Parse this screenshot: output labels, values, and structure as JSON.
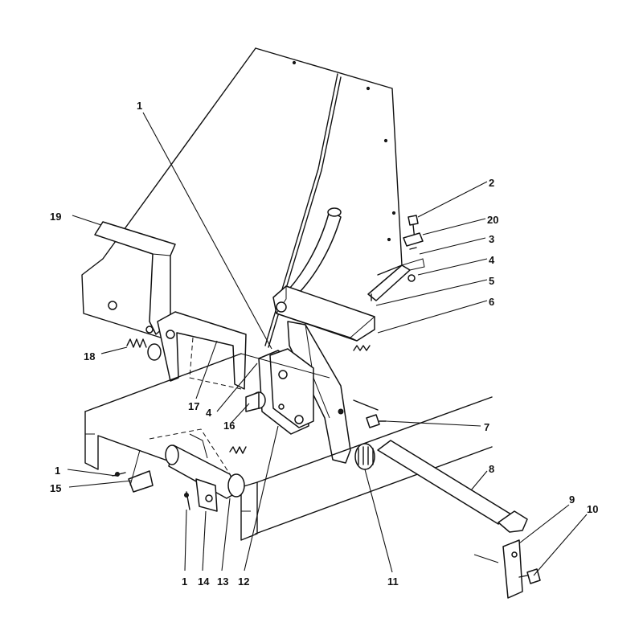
{
  "callouts": [
    {
      "id": "c1a",
      "text": "1"
    },
    {
      "id": "c2",
      "text": "2"
    },
    {
      "id": "c20",
      "text": "20"
    },
    {
      "id": "c3",
      "text": "3"
    },
    {
      "id": "c4a",
      "text": "4"
    },
    {
      "id": "c5",
      "text": "5"
    },
    {
      "id": "c6",
      "text": "6"
    },
    {
      "id": "c19",
      "text": "19"
    },
    {
      "id": "c18",
      "text": "18"
    },
    {
      "id": "c17",
      "text": "17"
    },
    {
      "id": "c4b",
      "text": "4"
    },
    {
      "id": "c16",
      "text": "16"
    },
    {
      "id": "c7",
      "text": "7"
    },
    {
      "id": "c8",
      "text": "8"
    },
    {
      "id": "c1b",
      "text": "1"
    },
    {
      "id": "c15",
      "text": "15"
    },
    {
      "id": "c9",
      "text": "9"
    },
    {
      "id": "c10",
      "text": "10"
    },
    {
      "id": "c1c",
      "text": "1"
    },
    {
      "id": "c14",
      "text": "14"
    },
    {
      "id": "c13",
      "text": "13"
    },
    {
      "id": "c12",
      "text": "12"
    },
    {
      "id": "c11",
      "text": "11"
    }
  ],
  "colors": {
    "ink": "#111111",
    "paper": "#ffffff"
  }
}
